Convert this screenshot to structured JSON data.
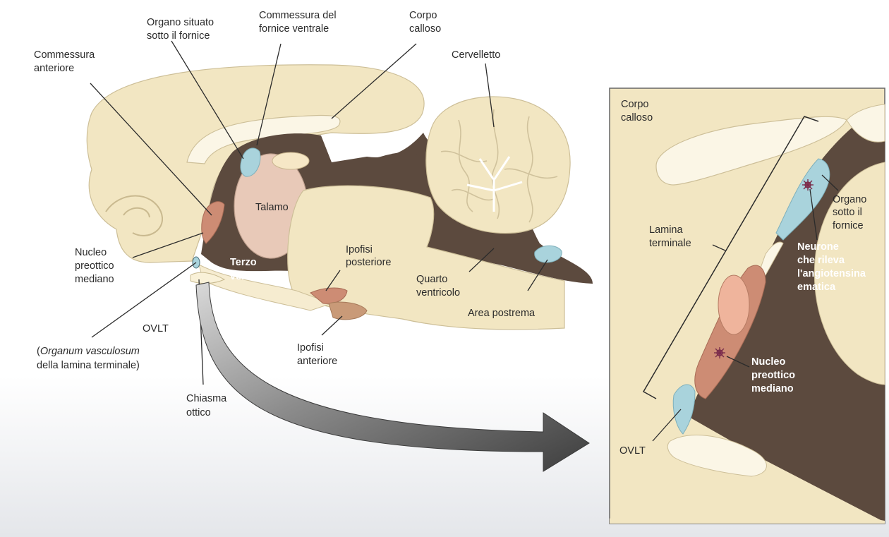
{
  "main_labels": {
    "organo_situato": [
      "Organo situato",
      "sotto il fornice"
    ],
    "commessura_fornice": [
      "Commessura del",
      "fornice ventrale"
    ],
    "corpo_calloso": [
      "Corpo",
      "calloso"
    ],
    "commessura_anteriore": [
      "Commessura",
      "anteriore"
    ],
    "cervelletto": "Cervelletto",
    "talamo": "Talamo",
    "nucleo_preottico": [
      "Nucleo",
      "preottico",
      "mediano"
    ],
    "terzo_ventricolo": [
      "Terzo",
      "ventricolo"
    ],
    "ipofisi_posteriore": [
      "Ipofisi",
      "posteriore"
    ],
    "quarto_ventricolo": [
      "Quarto",
      "ventricolo"
    ],
    "area_postrema": "Area postrema",
    "ovlt": "OVLT",
    "ovlt_full_1_italic": "Organum vasculosum",
    "ovlt_full_1_open": "(",
    "ovlt_full_2": "della lamina terminale)",
    "ipofisi_anteriore": [
      "Ipofisi",
      "anteriore"
    ],
    "chiasma_ottico": [
      "Chiasma",
      "ottico"
    ]
  },
  "inset_labels": {
    "corpo_calloso": [
      "Corpo",
      "calloso"
    ],
    "lamina_terminale": [
      "Lamina",
      "terminale"
    ],
    "organo_sotto_fornice": [
      "Organo",
      "sotto il",
      "fornice"
    ],
    "neurone": [
      "Neurone",
      "che rileva",
      "l'angiotensina",
      "ematica"
    ],
    "nucleo_preottico": [
      "Nucleo",
      "preottico",
      "mediano"
    ],
    "ovlt": "OVLT"
  },
  "colors": {
    "tissue": "#f2e6c2",
    "ventricle": "#5c4a3e",
    "thalamus": "#e8c9b8",
    "circumventricular": "#a9d3dc",
    "nucleus": "#cd8c74",
    "pituitary": "#c99a78",
    "arrow": "#4a4a4a"
  }
}
